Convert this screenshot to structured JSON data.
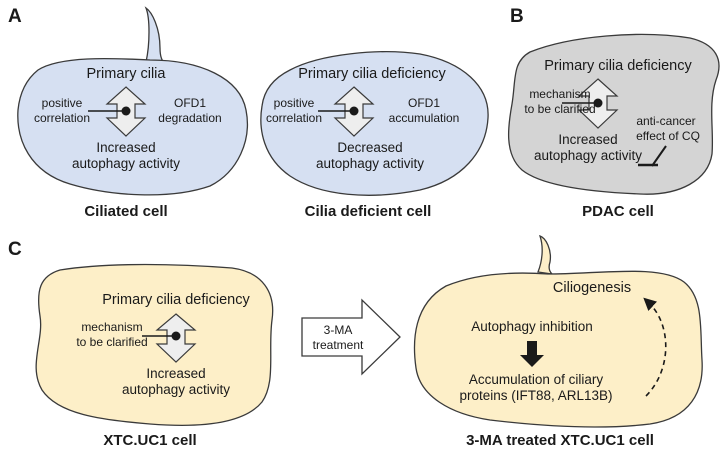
{
  "panels": {
    "A": {
      "letter": "A",
      "ciliated": {
        "title": "Primary cilia",
        "left_line1": "positive",
        "left_line2": "correlation",
        "right_line1": "OFD1",
        "right_line2": "degradation",
        "bottom_line1": "Increased",
        "bottom_line2": "autophagy activity",
        "label": "Ciliated cell"
      },
      "deficient": {
        "title": "Primary cilia deficiency",
        "left_line1": "positive",
        "left_line2": "correlation",
        "right_line1": "OFD1",
        "right_line2": "accumulation",
        "bottom_line1": "Decreased",
        "bottom_line2": "autophagy activity",
        "label": "Cilia deficient cell"
      }
    },
    "B": {
      "letter": "B",
      "title": "Primary cilia deficiency",
      "left_line1": "mechanism",
      "left_line2": "to be clarified",
      "right_line1": "anti-cancer",
      "right_line2": "effect of CQ",
      "bottom_line1": "Increased",
      "bottom_line2": "autophagy activity",
      "label": "PDAC cell"
    },
    "C": {
      "letter": "C",
      "xtc": {
        "title": "Primary cilia deficiency",
        "left_line1": "mechanism",
        "left_line2": "to be clarified",
        "bottom_line1": "Increased",
        "bottom_line2": "autophagy activity",
        "label": "XTC.UC1 cell"
      },
      "treatment_line1": "3-MA",
      "treatment_line2": "treatment",
      "treated": {
        "ciliogenesis": "Ciliogenesis",
        "inhibition": "Autophagy inhibition",
        "accum_line1": "Accumulation of ciliary",
        "accum_line2": "proteins (IFT88, ARL13B)",
        "label": "3-MA treated XTC.UC1 cell"
      }
    }
  },
  "colors": {
    "blue_cell": "#d6e0f2",
    "gray_cell": "#d4d4d4",
    "yellow_cell": "#fdefc8",
    "outline": "#3a3a3a",
    "arrow_fill": "#eeeeee"
  }
}
